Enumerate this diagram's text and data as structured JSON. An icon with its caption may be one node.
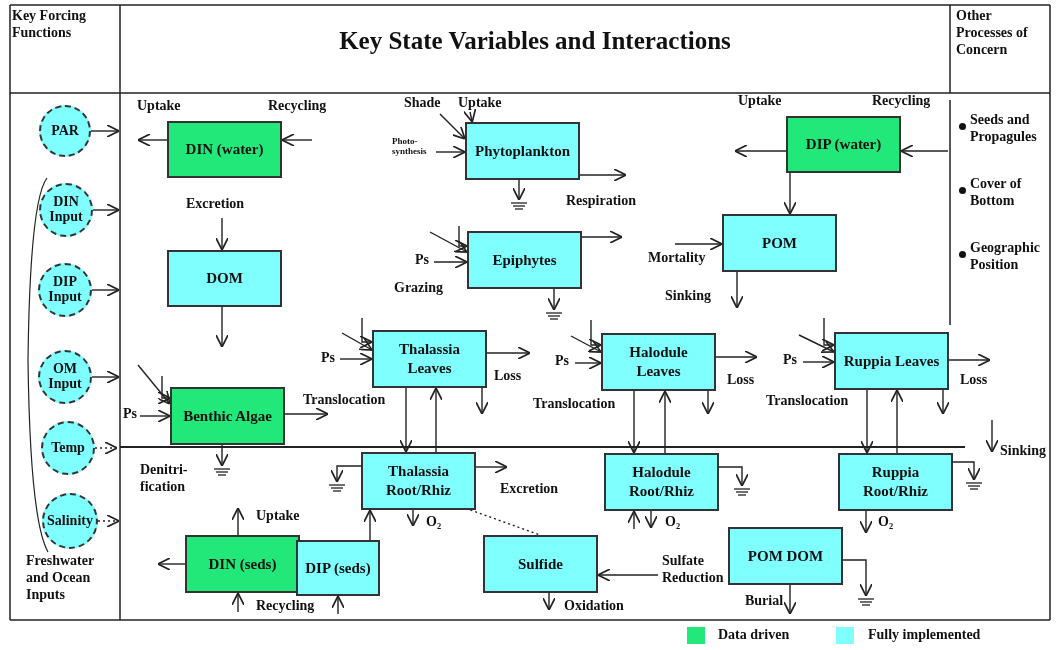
{
  "diagram": {
    "title": "Key State Variables and Interactions",
    "nodes": [
      {
        "text": [
          "PAR"
        ]
      },
      {
        "text": [
          "DIN Input"
        ]
      },
      {
        "text": [
          "DIP Input"
        ]
      },
      {
        "text": [
          "OM Input"
        ]
      },
      {
        "text": [
          "Temp"
        ]
      },
      {
        "text": [
          "Salinity"
        ]
      },
      {
        "text": [
          "DIN (water)"
        ]
      },
      {
        "text": [
          "DOM"
        ]
      },
      {
        "text": [
          "Phytoplankton"
        ]
      },
      {
        "text": [
          "Epiphytes"
        ]
      },
      {
        "text": [
          "DIP (water)"
        ]
      },
      {
        "text": [
          "POM"
        ]
      },
      {
        "text": [
          "Benthic Algae"
        ]
      },
      {
        "text": [
          "Thalassia Leaves"
        ]
      },
      {
        "text": [
          "Halodule Leaves"
        ]
      },
      {
        "text": [
          "Ruppia Leaves"
        ]
      },
      {
        "text": [
          "Thalassia Root/Rhiz"
        ]
      },
      {
        "text": [
          "Halodule Root/Rhiz"
        ]
      },
      {
        "text": [
          "Ruppia Root/Rhiz"
        ]
      },
      {
        "text": [
          "DIN (seds)"
        ]
      },
      {
        "text": [
          "DIP (seds)"
        ]
      },
      {
        "text": [
          "Sulfide"
        ]
      },
      {
        "text": [
          "POM DOM"
        ]
      }
    ],
    "edges": [
      {
        "from": 0,
        "to": null,
        "arrow": "to"
      },
      {
        "from": 1,
        "to": null,
        "arrow": "to"
      },
      {
        "from": 2,
        "to": null,
        "arrow": "to"
      },
      {
        "from": 3,
        "to": null,
        "arrow": "to"
      },
      {
        "from": 4,
        "to": null,
        "arrow": "to",
        "style": "dashed"
      },
      {
        "from": 5,
        "to": null,
        "arrow": "to",
        "style": "dashed"
      },
      {
        "from": 6,
        "to": null,
        "arrow": "to",
        "label": "Uptake"
      },
      {
        "from": null,
        "to": 6,
        "arrow": "to",
        "label": "Recycling"
      },
      {
        "from": null,
        "to": 7,
        "arrow": "to",
        "label": "Excretion"
      },
      {
        "from": 7,
        "to": null,
        "arrow": "to"
      },
      {
        "from": null,
        "to": 8,
        "arrow": "to",
        "label": "Shade"
      },
      {
        "from": null,
        "to": 8,
        "arrow": "to",
        "label": "Uptake"
      },
      {
        "from": null,
        "to": 8,
        "arrow": "to",
        "label": "Photo-synthesis"
      },
      {
        "from": 8,
        "to": null,
        "arrow": "to",
        "label": "Respiration"
      },
      {
        "from": 8,
        "to": null,
        "arrow": "to"
      },
      {
        "from": null,
        "to": 9,
        "arrow": "to",
        "label": "Ps"
      },
      {
        "from": null,
        "to": 9,
        "arrow": "to"
      },
      {
        "from": null,
        "to": 9,
        "arrow": "to"
      },
      {
        "from": 9,
        "to": null,
        "arrow": "to"
      },
      {
        "from": 9,
        "to": null,
        "arrow": "to"
      },
      {
        "from": 10,
        "to": null,
        "arrow": "to",
        "label": "Uptake"
      },
      {
        "from": null,
        "to": 10,
        "arrow": "to",
        "label": "Recycling"
      },
      {
        "from": 10,
        "to": 11,
        "arrow": "to"
      },
      {
        "from": null,
        "to": 11,
        "arrow": "to",
        "label": "Mortality"
      },
      {
        "from": 11,
        "to": null,
        "arrow": "to",
        "label": "Sinking"
      },
      {
        "from": null,
        "to": 12,
        "arrow": "to",
        "label": "Ps"
      },
      {
        "from": null,
        "to": 12,
        "arrow": "to"
      },
      {
        "from": null,
        "to": 12,
        "arrow": "to"
      },
      {
        "from": 12,
        "to": null,
        "arrow": "to"
      },
      {
        "from": 12,
        "to": null,
        "arrow": "to"
      },
      {
        "from": null,
        "to": 13,
        "arrow": "to",
        "label": "Ps"
      },
      {
        "from": null,
        "to": 13,
        "arrow": "to"
      },
      {
        "from": null,
        "to": 13,
        "arrow": "to"
      },
      {
        "from": 13,
        "to": null,
        "arrow": "to",
        "label": "Loss"
      },
      {
        "from": 13,
        "to": null,
        "arrow": "to"
      },
      {
        "from": 13,
        "to": 16,
        "arrow": "to",
        "label": "Translocation"
      },
      {
        "from": 16,
        "to": 13,
        "arrow": "to"
      },
      {
        "from": null,
        "to": 14,
        "arrow": "to",
        "label": "Ps"
      },
      {
        "from": null,
        "to": 14,
        "arrow": "to"
      },
      {
        "from": null,
        "to": 14,
        "arrow": "to"
      },
      {
        "from": 14,
        "to": null,
        "arrow": "to",
        "label": "Loss"
      },
      {
        "from": 14,
        "to": null,
        "arrow": "to"
      },
      {
        "from": 14,
        "to": 17,
        "arrow": "to",
        "label": "Translocation"
      },
      {
        "from": 17,
        "to": 14,
        "arrow": "to"
      },
      {
        "from": null,
        "to": 15,
        "arrow": "to",
        "label": "Ps"
      },
      {
        "from": null,
        "to": 15,
        "arrow": "to"
      },
      {
        "from": null,
        "to": 15,
        "arrow": "to"
      },
      {
        "from": 15,
        "to": null,
        "arrow": "to",
        "label": "Loss"
      },
      {
        "from": 15,
        "to": null,
        "arrow": "to"
      },
      {
        "from": 15,
        "to": 18,
        "arrow": "to",
        "label": "Translocation"
      },
      {
        "from": 18,
        "to": 15,
        "arrow": "to"
      },
      {
        "from": 16,
        "to": null,
        "arrow": "to",
        "label": "Excretion"
      },
      {
        "from": 16,
        "to": null,
        "arrow": "to"
      },
      {
        "from": 16,
        "to": null,
        "arrow": "to",
        "label": "O₂"
      },
      {
        "from": 20,
        "to": 16,
        "arrow": "to"
      },
      {
        "from": 16,
        "to": 21,
        "arrow": "none",
        "style": "dashed"
      },
      {
        "from": 17,
        "to": null,
        "arrow": "to"
      },
      {
        "from": 17,
        "to": null,
        "arrow": "to",
        "label": "O₂"
      },
      {
        "from": null,
        "to": 17,
        "arrow": "to"
      },
      {
        "from": 18,
        "to": null,
        "arrow": "to"
      },
      {
        "from": 18,
        "to": null,
        "arrow": "to",
        "label": "O₂"
      },
      {
        "from": 19,
        "to": null,
        "arrow": "to",
        "label": "Uptake"
      },
      {
        "from": 19,
        "to": null,
        "arrow": "to"
      },
      {
        "from": null,
        "to": 19,
        "arrow": "to",
        "label": "Recycling"
      },
      {
        "from": null,
        "to": 20,
        "arrow": "to"
      },
      {
        "from": null,
        "to": 21,
        "arrow": "to",
        "label": "Sulfate Reduction"
      },
      {
        "from": 21,
        "to": null,
        "arrow": "to",
        "label": "Oxidation"
      },
      {
        "from": 22,
        "to": null,
        "arrow": "to",
        "label": "Burial"
      },
      {
        "from": 22,
        "to": null,
        "arrow": "to"
      }
    ],
    "labels": [
      "Key Forcing Functions",
      "Other Processes of Concern",
      "Seeds and Propagules",
      "Cover of Bottom",
      "Geographic Position",
      "Grazing",
      "Denitri-fication",
      "Sinking",
      "Freshwater and Ocean Inputs"
    ],
    "legend": [
      {
        "text": "Data driven",
        "color": "#22e87a"
      },
      {
        "text": "Fully implemented",
        "color": "#80ffff"
      }
    ]
  }
}
